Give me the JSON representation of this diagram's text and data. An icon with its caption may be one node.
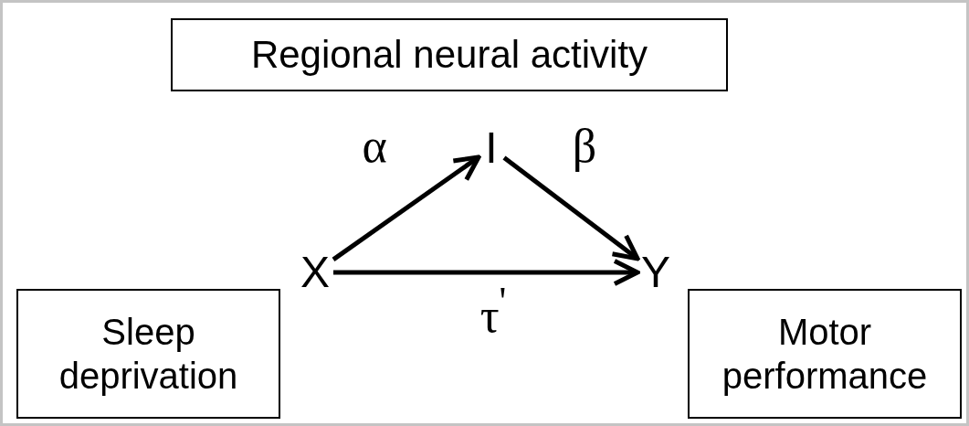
{
  "diagram": {
    "nodes": [
      {
        "text": [
          "Regional neural activity"
        ]
      },
      {
        "text": [
          "I"
        ]
      },
      {
        "text": [
          "X"
        ]
      },
      {
        "text": [
          "Y"
        ]
      },
      {
        "text": [
          "Sleep deprivation"
        ]
      },
      {
        "text": [
          "Motor performance"
        ]
      }
    ],
    "edges": [
      {
        "from": 2,
        "to": 1,
        "arrow": "to",
        "label": "α"
      },
      {
        "from": 1,
        "to": 3,
        "arrow": "to",
        "label": "β"
      },
      {
        "from": 2,
        "to": 3,
        "arrow": "to",
        "label": "τ$^{'}$"
      }
    ]
  }
}
